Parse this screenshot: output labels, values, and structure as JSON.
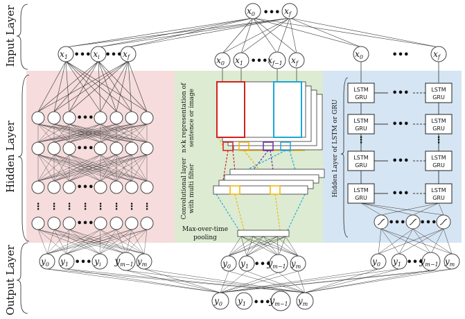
{
  "layers": {
    "input": "Input Layer",
    "hidden": "Hidden Layer",
    "output": "Output Layer"
  },
  "cnn": {
    "rep_line1": "n×k representation of",
    "rep_line2": "sentence or image",
    "conv_line1": "Convolutional layer",
    "conv_line2": "with multi filter",
    "pool_line1": "Max-over-time",
    "pool_line2": "pooling"
  },
  "rnn": {
    "hidden_label": "Hidden Layer of LSTM or GRU",
    "cell_line1": "LSTM",
    "cell_line2": "GRU"
  },
  "nodes": {
    "x": "x",
    "y": "y",
    "sub_0": "0",
    "sub_f": "f",
    "sub_1": "1",
    "sub_i": "i",
    "sub_f1": "f−1",
    "sub_m": "m",
    "sub_m1": "m−1"
  },
  "colors": {
    "dnn_bg": "#f6dcdc",
    "cnn_bg": "#dcebd2",
    "rnn_bg": "#d6e5f3",
    "filter_red": "#d42020",
    "filter_cyan": "#1aa6d8",
    "filter_yellow": "#f0b400",
    "filter_purple": "#6a2aa0"
  }
}
